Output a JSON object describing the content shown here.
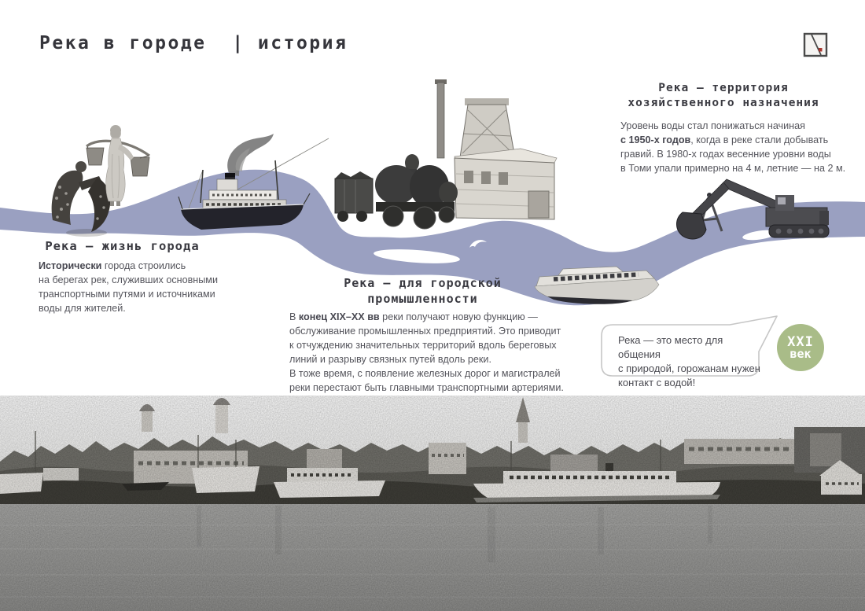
{
  "page": {
    "title": "Река в городе  | история"
  },
  "colors": {
    "river": "#9aa0c1",
    "badge_green": "#a9bc88",
    "logo_red": "#a8362e",
    "heading": "#3a3a41",
    "body_text": "#55555c",
    "bubble_border": "#c6c6c6"
  },
  "sections": {
    "life": {
      "heading": "Река — жизнь города",
      "body": [
        {
          "t": "Исторически",
          "b": true
        },
        {
          "t": " города строились\nна берегах рек, служивших основными\nтранспортными путями и источниками\nводы для жителей.",
          "b": false
        }
      ]
    },
    "industry": {
      "heading": "Река — для городской\nпромышленности",
      "body": [
        {
          "t": "В ",
          "b": false
        },
        {
          "t": "конец XIX–XX вв",
          "b": true
        },
        {
          "t": " реки получают новую функцию —\nобслуживание промышленных предприятий. Это приводит\nк отчуждению значительных территорий вдоль береговых\nлиний и разрыву связных путей вдоль реки.\nВ тоже время, с появление железных дорог и магистралей\nреки перестают быть главными транспортными артериями.",
          "b": false
        }
      ]
    },
    "territory": {
      "heading": "Река — территория\nхозяйственного назначения",
      "body": [
        {
          "t": "Уровень воды стал понижаться начиная\n",
          "b": false
        },
        {
          "t": "с 1950-х годов",
          "b": true
        },
        {
          "t": ", когда в реке стали добывать\nгравий. В 1980-х годах весенние уровни воды\nв Томи упали примерно на 4 м, летние — на 2 м.",
          "b": false
        }
      ]
    }
  },
  "callout": {
    "text": "Река — это место для общения\nс природой, горожанам нужен\nконтакт с водой!",
    "badge_line1": "XXI",
    "badge_line2": "век"
  },
  "illustrations": {
    "river-ribbon": "stylized river band flowing across the page",
    "woman-washing": "woman washing clothes in the river",
    "woman-with-yoke": "woman carrying water buckets on a yoke",
    "steamship": "historic river steamship with smoke",
    "locomotive-factory": "steam engine and wooden factory with tower",
    "dredger-excavators": "excavators dredging gravel from the river",
    "riverboat": "modern passenger riverboat",
    "waterfront-panorama": "historic photo of city river waterfront with steamers",
    "corner-logo": "square logo with diagonal stroke and red dot"
  }
}
